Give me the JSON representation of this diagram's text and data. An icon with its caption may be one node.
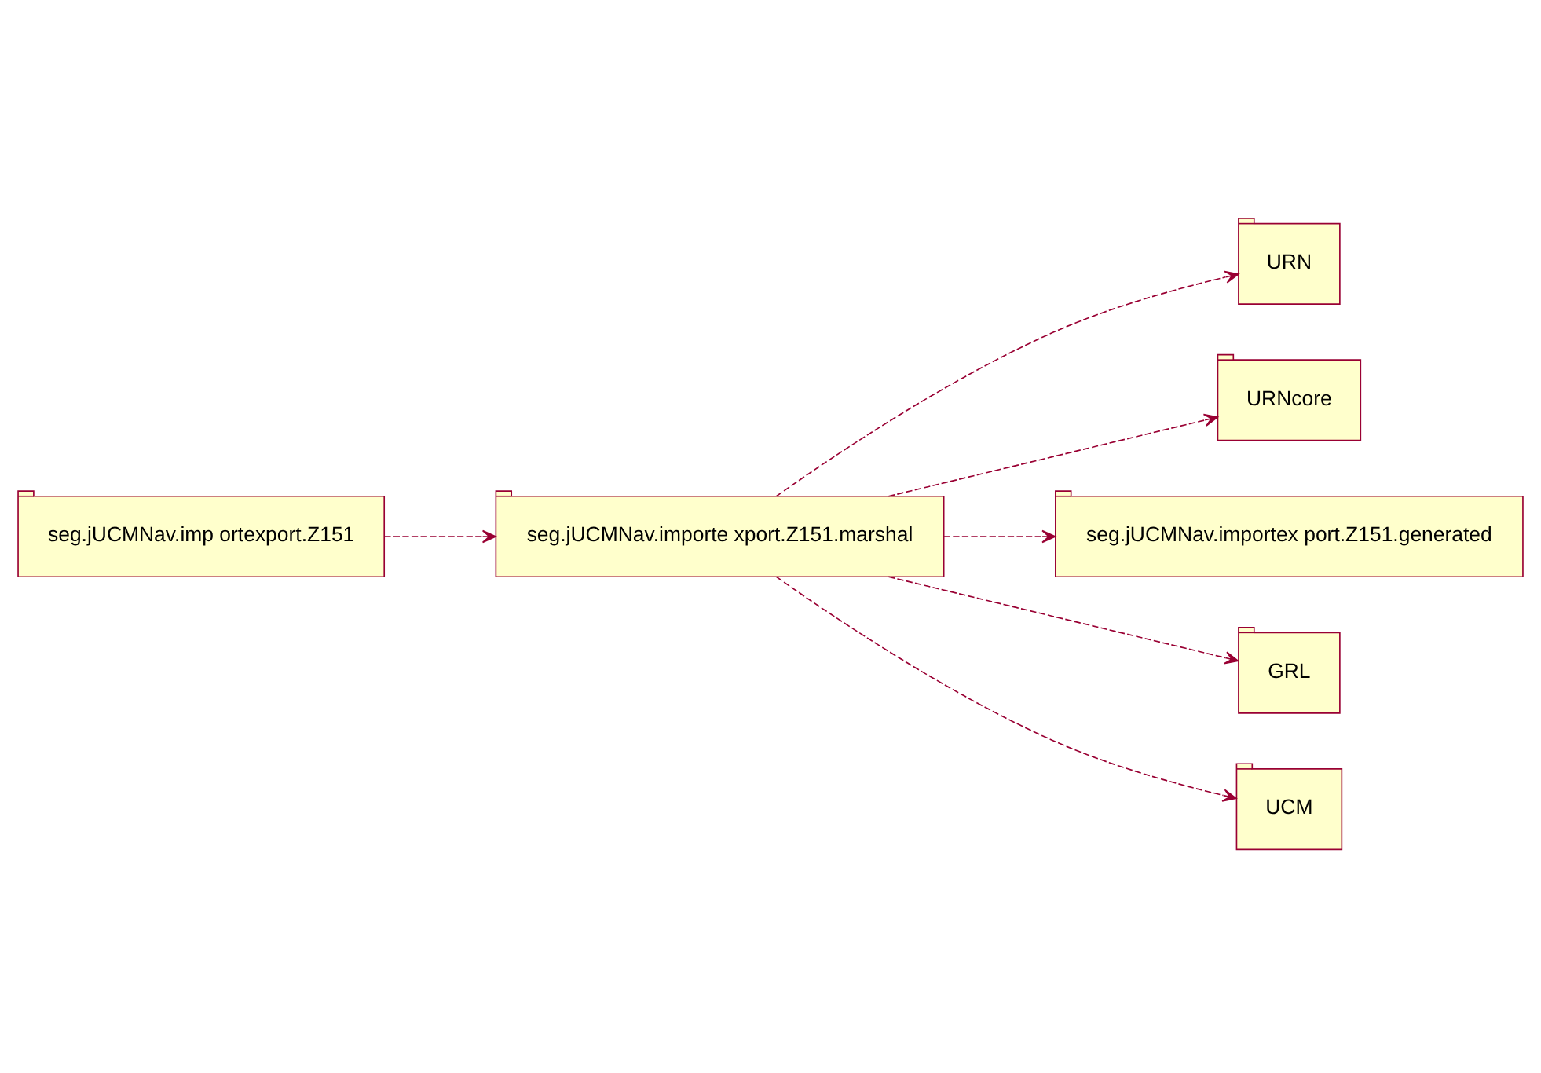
{
  "diagram": {
    "nodes": [
      {
        "text": [
          "URN"
        ]
      },
      {
        "text": [
          "URNcore"
        ]
      },
      {
        "text": [
          "seg.jUCMNav.imp ortexport.Z151"
        ]
      },
      {
        "text": [
          "seg.jUCMNav.importe xport.Z151.marshal"
        ]
      },
      {
        "text": [
          "seg.jUCMNav.importex port.Z151.generated"
        ]
      },
      {
        "text": [
          "GRL"
        ]
      },
      {
        "text": [
          "UCM"
        ]
      }
    ],
    "edges": [
      {
        "from": 3,
        "to": 0,
        "arrow": "to",
        "style": "dashed"
      },
      {
        "from": 3,
        "to": 1,
        "arrow": "to",
        "style": "dashed"
      },
      {
        "from": 2,
        "to": 3,
        "arrow": "to",
        "style": "dashed"
      },
      {
        "from": 3,
        "to": 4,
        "arrow": "to",
        "style": "dashed"
      },
      {
        "from": 3,
        "to": 5,
        "arrow": "to",
        "style": "dashed"
      },
      {
        "from": 3,
        "to": 6,
        "arrow": "to",
        "style": "dashed"
      }
    ]
  }
}
